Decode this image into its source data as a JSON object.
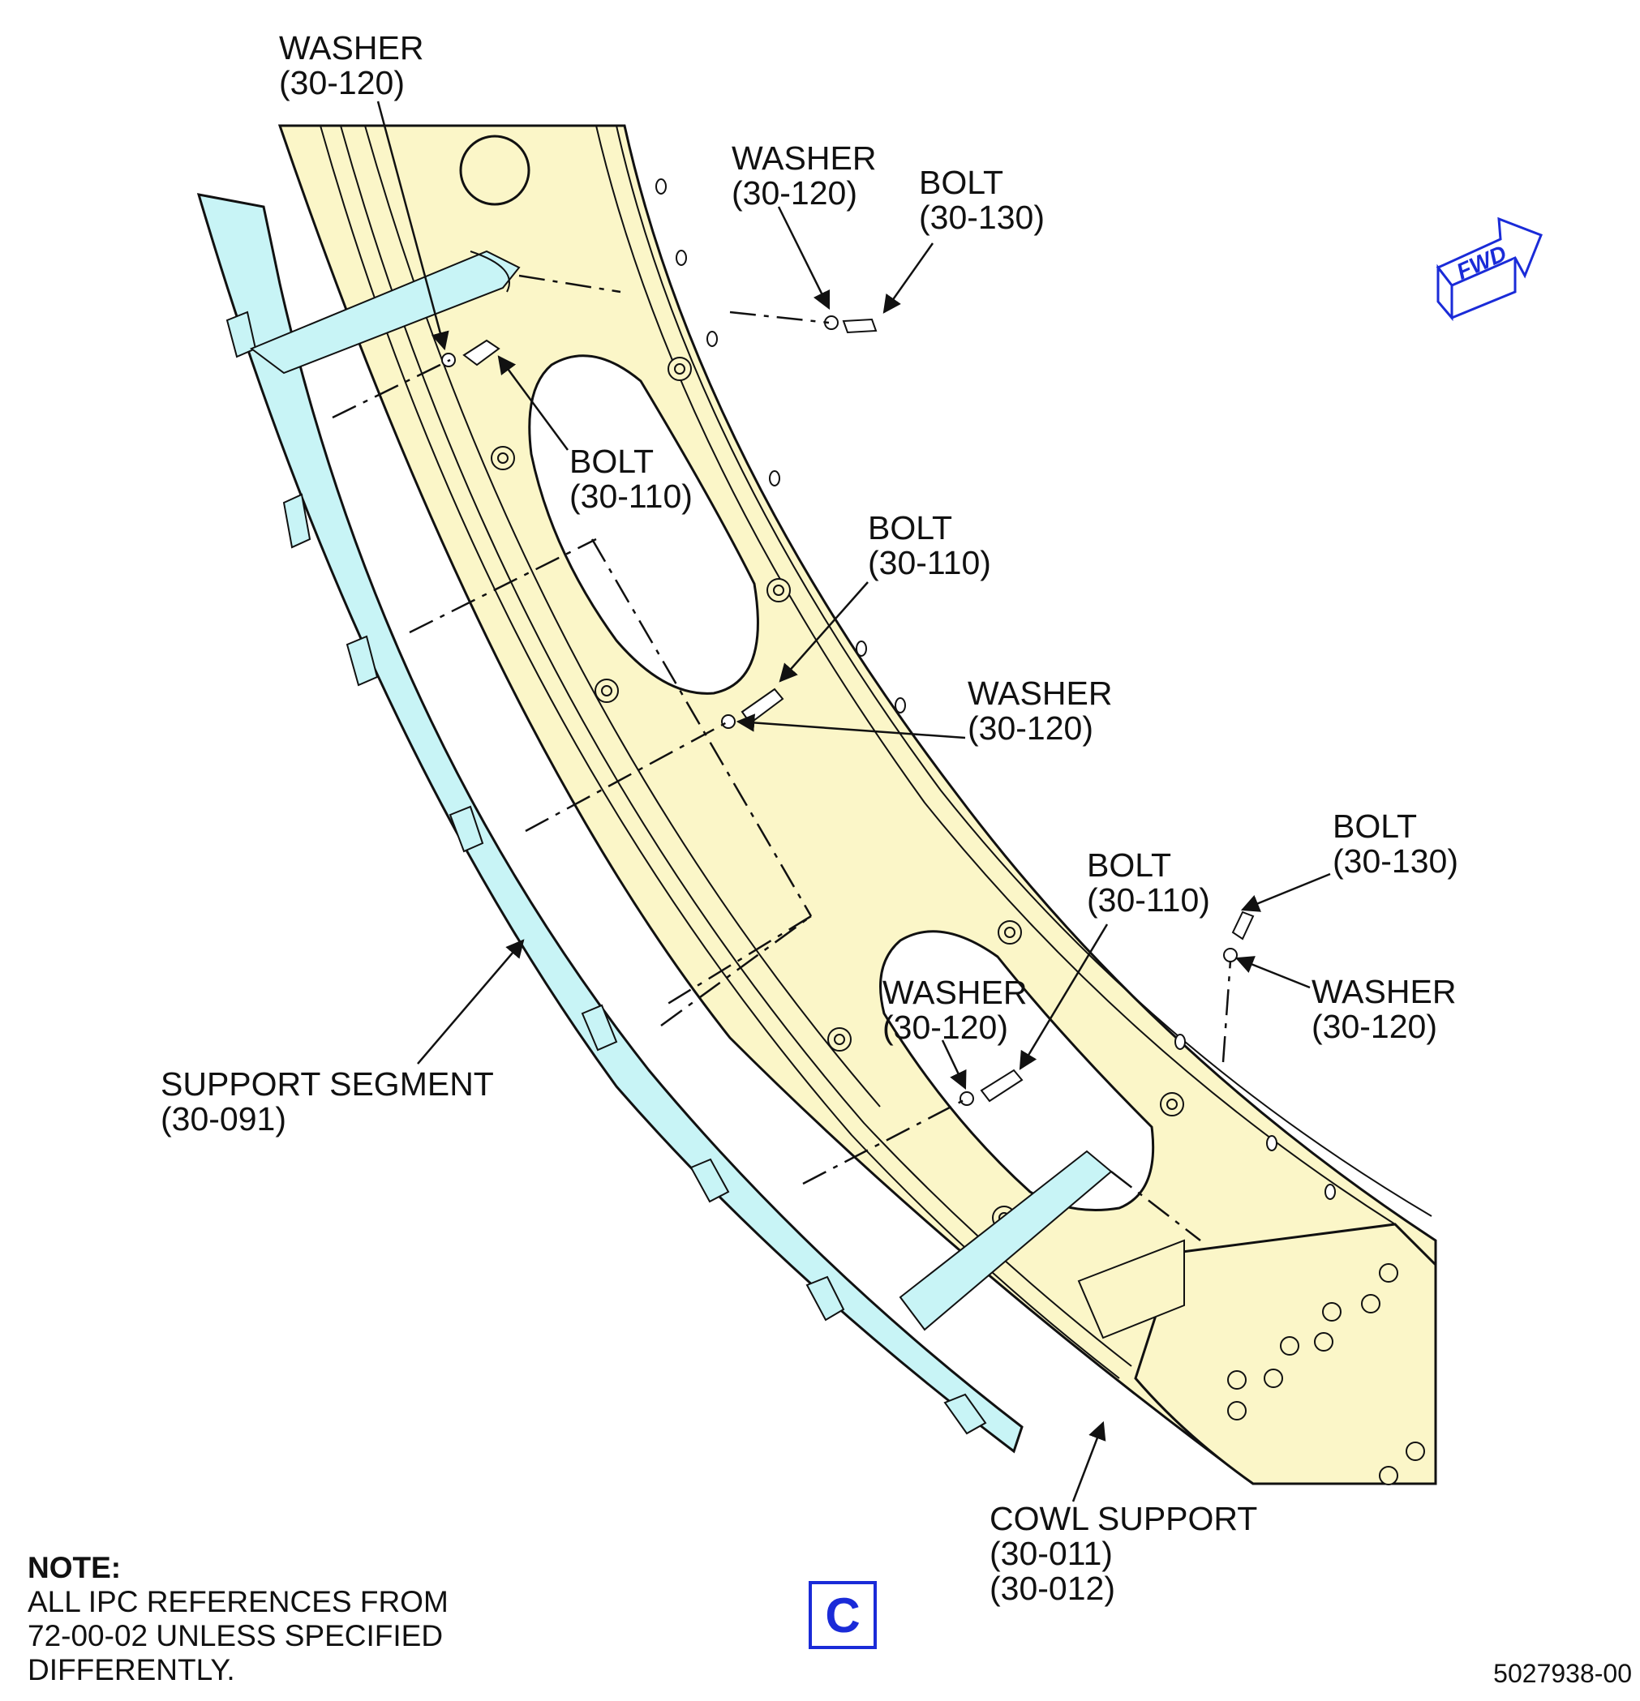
{
  "labels": {
    "washer_top_left": {
      "name": "WASHER",
      "ref": "(30-120)"
    },
    "washer_top": {
      "name": "WASHER",
      "ref": "(30-120)"
    },
    "bolt_top_right": {
      "name": "BOLT",
      "ref": "(30-130)"
    },
    "bolt_upper": {
      "name": "BOLT",
      "ref": "(30-110)"
    },
    "bolt_middle": {
      "name": "BOLT",
      "ref": "(30-110)"
    },
    "washer_middle": {
      "name": "WASHER",
      "ref": "(30-120)"
    },
    "bolt_lower": {
      "name": "BOLT",
      "ref": "(30-110)"
    },
    "washer_lower": {
      "name": "WASHER",
      "ref": "(30-120)"
    },
    "bolt_lower_right": {
      "name": "BOLT",
      "ref": "(30-130)"
    },
    "washer_lower_right": {
      "name": "WASHER",
      "ref": "(30-120)"
    },
    "support_segment": {
      "name": "SUPPORT SEGMENT",
      "ref": "(30-091)"
    },
    "cowl_support": {
      "name": "COWL SUPPORT",
      "ref": "(30-011)",
      "ref2": "(30-012)"
    }
  },
  "fwd_arrow": {
    "text": "FWD",
    "color": "#1a2bd8"
  },
  "note": {
    "title": "NOTE:",
    "lines": [
      "ALL IPC REFERENCES FROM",
      "72-00-02 UNLESS SPECIFIED",
      "DIFFERENTLY."
    ]
  },
  "view_letter": "C",
  "drawing_number": "5027938-00",
  "colors": {
    "frame_fill": "#fbf6c8",
    "segment_fill": "#c8f4f6",
    "line": "#111111",
    "accent_blue": "#1a2bd8"
  }
}
